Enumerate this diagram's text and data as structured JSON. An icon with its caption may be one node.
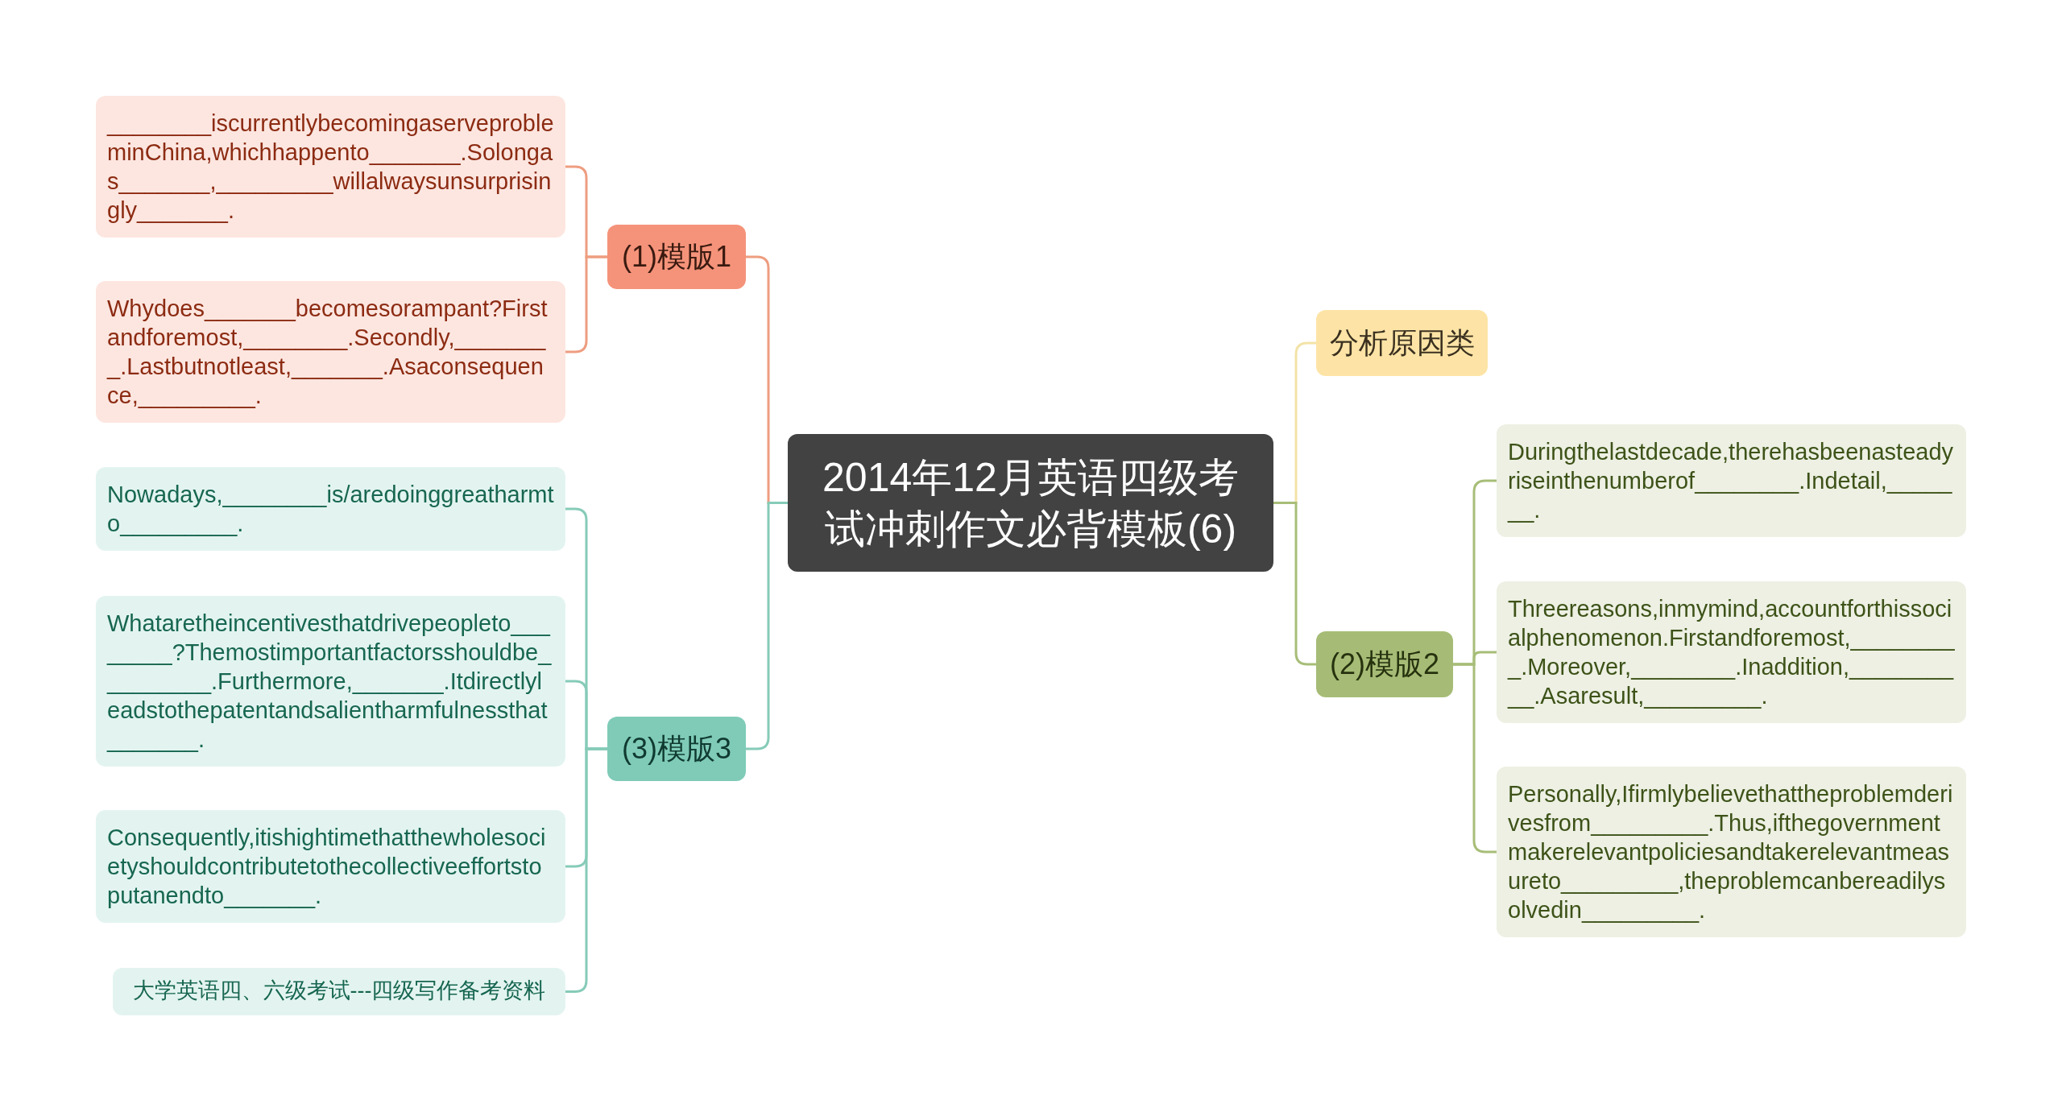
{
  "diagram": {
    "nodes": [
      {
        "text": [
          "2014年12月英语四级考试冲刺作文必背模板(6)"
        ]
      },
      {
        "text": [
          "(1)模版1"
        ]
      },
      {
        "text": [
          "________iscurrentlybecomingaserveprobleminChina,whichhappento_______.Solongas_______,_________willalwaysunsurprisingly_______."
        ]
      },
      {
        "text": [
          "Whydoes_______becomesorampant?Firstandforemost,________.Secondly,________.Lastbutnotleast,_______.Asaconsequence,_________."
        ]
      },
      {
        "text": [
          "(3)模版3"
        ]
      },
      {
        "text": [
          "Nowadays,________is/aredoinggreatharmto_________."
        ]
      },
      {
        "text": [
          "Whataretheincentivesthatdrivepeopleto________?Themostimportantfactorsshouldbe_________.Furthermore,_______.Itdirectlyleadstothepatentandsalientharmfulnessthat_______."
        ]
      },
      {
        "text": [
          "Consequently,itishightimethatthewholesocietyshouldcontributetothecollectiveeffortstoputanendto_______."
        ]
      },
      {
        "text": [
          "大学英语四、六级考试---四级写作备考资料"
        ]
      },
      {
        "text": [
          "分析原因类"
        ]
      },
      {
        "text": [
          "(2)模版2"
        ]
      },
      {
        "text": [
          "Duringthelastdecade,therehasbeenasteadyriseinthenumberof________.Indetail,_______."
        ]
      },
      {
        "text": [
          "Threereasons,inmymind,accountforthissocialphenomenon.Firstandforemost,_________.Moreover,________.Inaddition,__________.Asaresult,_________."
        ]
      },
      {
        "text": [
          "Personally,Ifirmlybelievethattheproblemderivesfrom_________.Thus,ifthegovernmentmakerelevantpoliciesandtakerelevantmeasureto_________,theproblemcanbereadilysolvedin_________."
        ]
      }
    ],
    "edges": [
      {
        "from": 0,
        "to": 1,
        "arrow": "none",
        "color": "#ee9d80"
      },
      {
        "from": 1,
        "to": 2,
        "arrow": "none",
        "color": "#ee9d80"
      },
      {
        "from": 1,
        "to": 3,
        "arrow": "none",
        "color": "#ee9d80"
      },
      {
        "from": 0,
        "to": 4,
        "arrow": "none",
        "color": "#86cbb8"
      },
      {
        "from": 4,
        "to": 5,
        "arrow": "none",
        "color": "#86cbb8"
      },
      {
        "from": 4,
        "to": 6,
        "arrow": "none",
        "color": "#86cbb8"
      },
      {
        "from": 4,
        "to": 7,
        "arrow": "none",
        "color": "#86cbb8"
      },
      {
        "from": 4,
        "to": 8,
        "arrow": "none",
        "color": "#86cbb8"
      },
      {
        "from": 0,
        "to": 9,
        "arrow": "none",
        "color": "#f3e3a8"
      },
      {
        "from": 0,
        "to": 10,
        "arrow": "none",
        "color": "#a7bd78"
      },
      {
        "from": 10,
        "to": 11,
        "arrow": "none",
        "color": "#a7bd78"
      },
      {
        "from": 10,
        "to": 12,
        "arrow": "none",
        "color": "#a7bd78"
      },
      {
        "from": 10,
        "to": 13,
        "arrow": "none",
        "color": "#a7bd78"
      }
    ]
  }
}
